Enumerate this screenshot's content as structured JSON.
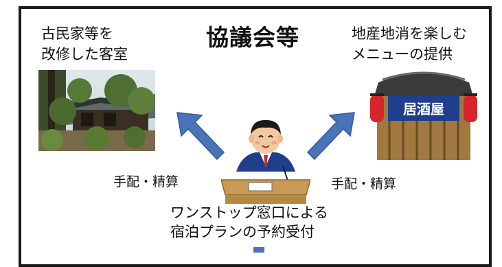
{
  "title": "協議会等",
  "left_label": {
    "line1": "古民家等を",
    "line2": "改修した客室"
  },
  "right_label": {
    "line1": "地産地消を楽しむ",
    "line2": "メニューの提供"
  },
  "sign_text": "居酒屋",
  "arrow_left_label": "手配・精算",
  "arrow_right_label": "手配・精算",
  "desk_label": {
    "line1": "ワンストップ窓口による",
    "line2": "宿泊プランの予約受付"
  },
  "colors": {
    "arrow": "#4a74b8",
    "frame": "#1a1a1a",
    "sign": "#1f3f8c",
    "lantern": "#d6252b"
  }
}
